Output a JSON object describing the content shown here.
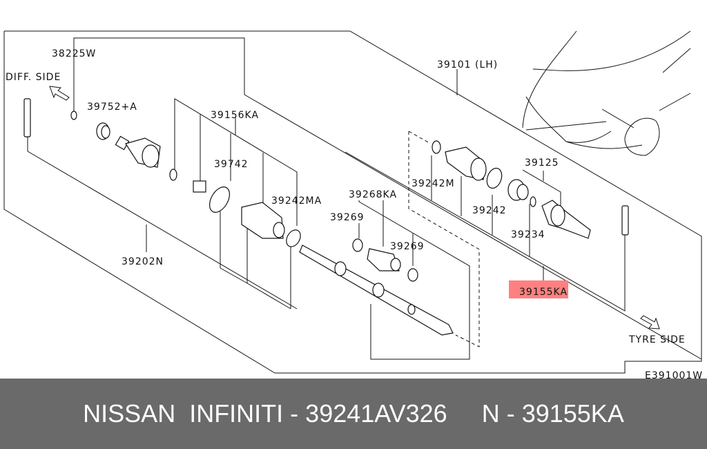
{
  "diagram": {
    "labels": {
      "p38225w": "38225W",
      "diff_side": "DIFF. SIDE",
      "p39752a": "39752+A",
      "p39156ka": "39156KA",
      "p39742": "39742",
      "p39242ma": "39242MA",
      "p39268ka": "39268KA",
      "p39269a": "39269",
      "p39269b": "39269",
      "p39202n": "39202N",
      "p39101": "39101 (LH)",
      "p39242m": "39242M",
      "p39125": "39125",
      "p39242": "39242",
      "p39234": "39234",
      "p39155ka": "39155KA",
      "tyre_side": "TYRE SIDE",
      "code": "E391001W"
    },
    "highlight_color": "#ff8080"
  },
  "banner": {
    "text": "NISSAN  INFINITI - 39241AV326     N - 39155KA"
  }
}
